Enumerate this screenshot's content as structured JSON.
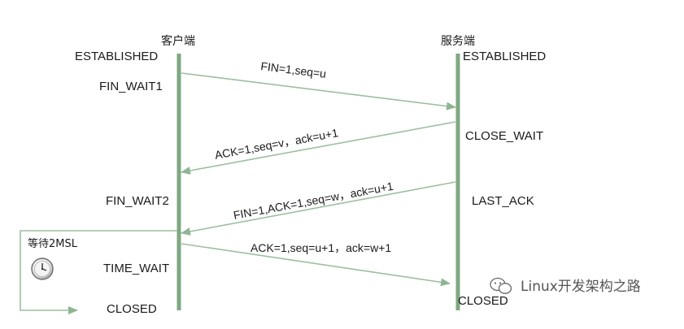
{
  "parties": {
    "client": "客户端",
    "server": "服务端"
  },
  "client_states": {
    "established": "ESTABLISHED",
    "fin_wait1": "FIN_WAIT1",
    "fin_wait2": "FIN_WAIT2",
    "time_wait": "TIME_WAIT",
    "closed": "CLOSED"
  },
  "server_states": {
    "established": "ESTABLISHED",
    "close_wait": "CLOSE_WAIT",
    "last_ack": "LAST_ACK",
    "closed": "CLOSED"
  },
  "messages": {
    "fin1": "FIN=1,seq=u",
    "ack1": "ACK=1,seq=v，ack=u+1",
    "fin2": "FIN=1,ACK=1,seq=w，ack=u+1",
    "ack2": "ACK=1,seq=u+1，ack=w+1"
  },
  "wait": {
    "label": "等待2MSL",
    "icon": "clock-icon"
  },
  "watermark": {
    "text": "Linux开发架构之路",
    "icon": "wechat-icon"
  },
  "colors": {
    "lifeline": "#7fa882",
    "arrow": "#9cbf9e"
  }
}
